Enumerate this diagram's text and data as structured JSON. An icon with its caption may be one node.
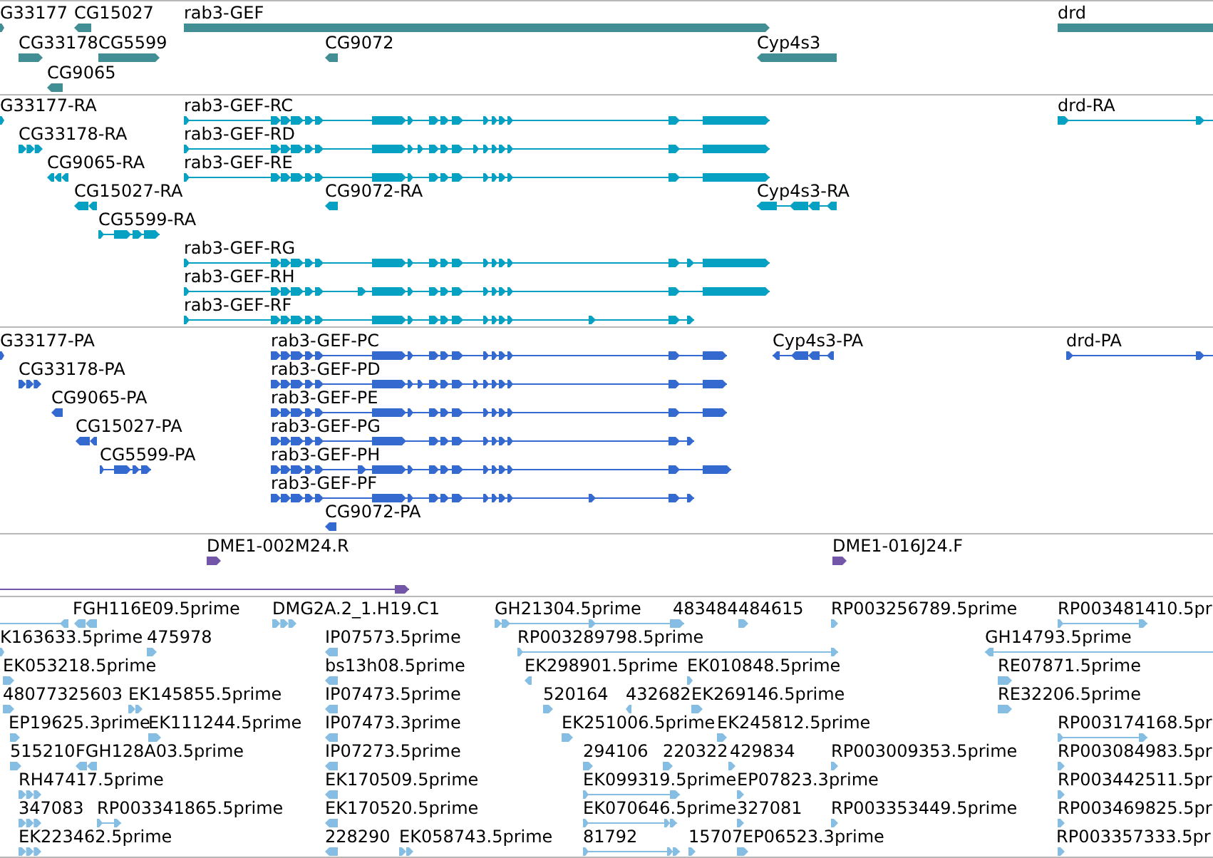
{
  "diagram": {
    "labels": [
      "G33177",
      "CG15027",
      "rab3-GEF",
      "drd",
      "CG33178",
      "CG5599",
      "CG9072",
      "Cyp4s3",
      "CG9065",
      "G33177-RA",
      "rab3-GEF-RC",
      "drd-RA",
      "CG33178-RA",
      "rab3-GEF-RD",
      "CG9065-RA",
      "rab3-GEF-RE",
      "CG15027-RA",
      "CG9072-RA",
      "Cyp4s3-RA",
      "CG5599-RA",
      "rab3-GEF-RG",
      "rab3-GEF-RH",
      "rab3-GEF-RF",
      "G33177-PA",
      "rab3-GEF-PC",
      "Cyp4s3-PA",
      "drd-PA",
      "CG33178-PA",
      "rab3-GEF-PD",
      "CG9065-PA",
      "rab3-GEF-PE",
      "CG15027-PA",
      "rab3-GEF-PG",
      "CG5599-PA",
      "rab3-GEF-PH",
      "rab3-GEF-PF",
      "CG9072-PA",
      "DME1-002M24.R",
      "DME1-016J24.F",
      "FGH116E09.5prime",
      "DMG2A.2_1.H19.C1",
      "GH21304.5prime",
      "483484",
      "484615",
      "RP003256789.5prime",
      "RP003481410.5pr",
      "K163633.5prime",
      "475978",
      "IP07573.5prime",
      "RP003289798.5prime",
      "GH14793.5prime",
      "EK053218.5prime",
      "bs13h08.5prime",
      "EK298901.5prime",
      "EK010848.5prime",
      "RE07871.5prime",
      "48077325603",
      "EK145855.5prime",
      "IP07473.5prime",
      "520164",
      "432682",
      "EK269146.5prime",
      "RE32206.5prime",
      "EP19625.3prime",
      "EK111244.5prime",
      "IP07473.3prime",
      "EK251006.5prime",
      "EK245812.5prime",
      "RP003174168.5pr",
      "515210",
      "FGH128A03.5prime",
      "IP07273.5prime",
      "294106",
      "220322",
      "429834",
      "RP003009353.5prime",
      "RP003084983.5pr",
      "RH47417.5prime",
      "EK170509.5prime",
      "EK099319.5prime",
      "EP07823.3prime",
      "RP003442511.5pr",
      "347083",
      "RP003341865.5prime",
      "EK170520.5prime",
      "EK070646.5prime",
      "327081",
      "RP003353449.5prime",
      "RP003469825.5pr",
      "EK223462.5prime",
      "228290",
      "EK058743.5prime",
      "81792",
      "15707",
      "EP06523.3prime",
      "RP003357333.5pr"
    ]
  }
}
